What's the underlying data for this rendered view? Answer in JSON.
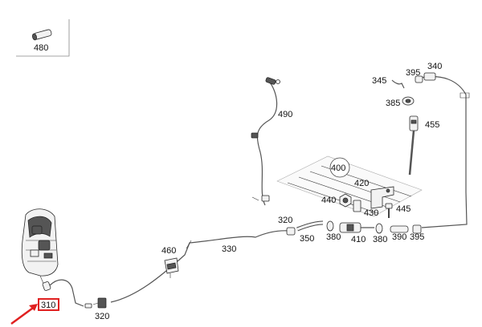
{
  "diagram": {
    "labels": {
      "p480": "480",
      "p490": "490",
      "p340": "340",
      "p345": "345",
      "p395a": "395",
      "p385": "385",
      "p455": "455",
      "p400": "400",
      "p420": "420",
      "p440": "440",
      "p430": "430",
      "p445": "445",
      "p320a": "320",
      "p350": "350",
      "p380a": "380",
      "p410": "410",
      "p380b": "380",
      "p390": "390",
      "p395b": "395",
      "p460": "460",
      "p330": "330",
      "p310": "310",
      "p320b": "320"
    },
    "highlight": {
      "part": "310",
      "color": "#e02020"
    }
  }
}
